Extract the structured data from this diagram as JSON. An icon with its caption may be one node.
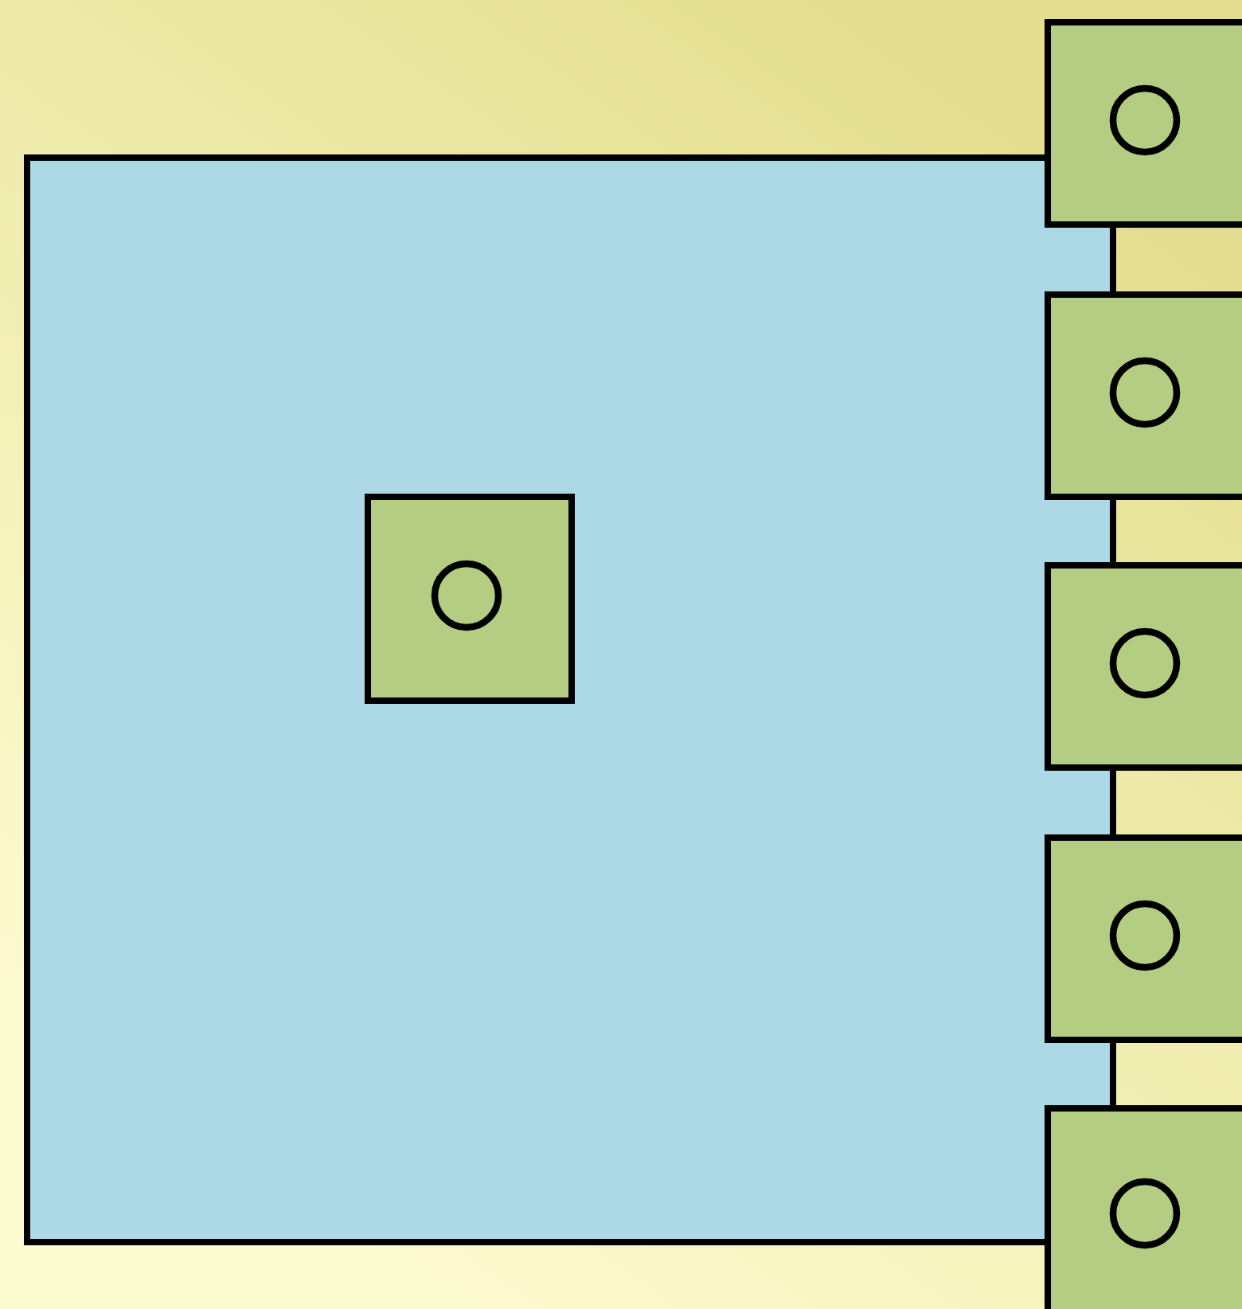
{
  "diagram": {
    "nodes": [
      {
        "text": [],
        "shape": "box"
      },
      {
        "text": [],
        "shape": "box",
        "in": 0
      },
      {
        "text": [],
        "shape": "box"
      },
      {
        "text": [],
        "shape": "box"
      },
      {
        "text": [],
        "shape": "box"
      },
      {
        "text": [],
        "shape": "box"
      },
      {
        "text": [],
        "shape": "box"
      }
    ]
  }
}
